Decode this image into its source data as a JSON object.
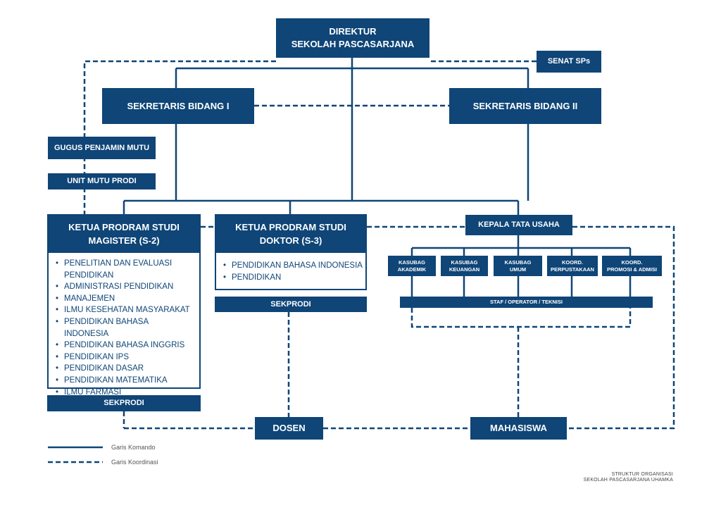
{
  "diagram": {
    "director": {
      "line1": "DIREKTUR",
      "line2": "SEKOLAH PASCASARJANA"
    },
    "senat": "SENAT SPs",
    "sekretaris_1": "SEKRETARIS BIDANG I",
    "sekretaris_2": "SEKRETARIS BIDANG II",
    "gugus": "GUGUS PENJAMIN MUTU",
    "unit_mutu": "UNIT MUTU PRODI",
    "magister": {
      "line1": "KETUA PRODRAM STUDI",
      "line2": "MAGISTER (S-2)",
      "programs": [
        "PENELITIAN DAN EVALUASI PENDIDIKAN",
        "ADMINISTRASI PENDIDIKAN",
        "MANAJEMEN",
        "ILMU KESEHATAN MASYARAKAT",
        "PENDIDIKAN BAHASA INDONESIA",
        "PENDIDIKAN BAHASA INGGRIS",
        "PENDIDIKAN IPS",
        "PENDIDIKAN DASAR",
        "PENDIDIKAN MATEMATIKA",
        "ILMU FARMASI"
      ],
      "sekprodi": "SEKPRODI"
    },
    "doktor": {
      "line1": "KETUA PRODRAM STUDI",
      "line2": "DOKTOR (S-3)",
      "programs": [
        "PENDIDIKAN BAHASA INDONESIA",
        "PENDIDIKAN"
      ],
      "sekprodi": "SEKPRODI"
    },
    "kepala_tu": "KEPALA TATA USAHA",
    "units": [
      {
        "line1": "KASUBAG",
        "line2": "AKADEMIK"
      },
      {
        "line1": "KASUBAG",
        "line2": "KEUANGAN"
      },
      {
        "line1": "KASUBAG",
        "line2": "UMUM"
      },
      {
        "line1": "KOORD.",
        "line2": "PERPUSTAKAAN"
      },
      {
        "line1": "KOORD.",
        "line2": "PROMOSI & ADMISI"
      }
    ],
    "staf": "STAF / OPERATOR / TEKNISI",
    "dosen": "DOSEN",
    "mahasiswa": "MAHASISWA"
  },
  "legend": {
    "solid": "Garis Komando",
    "dashed": "Garis Koordinasi"
  },
  "footer": {
    "line1": "STRUKTUR ORGANISASI",
    "line2": "SEKOLAH PASCASARJANA UHAMKA"
  },
  "colors": {
    "primary": "#0f4577",
    "background": "#ffffff"
  }
}
